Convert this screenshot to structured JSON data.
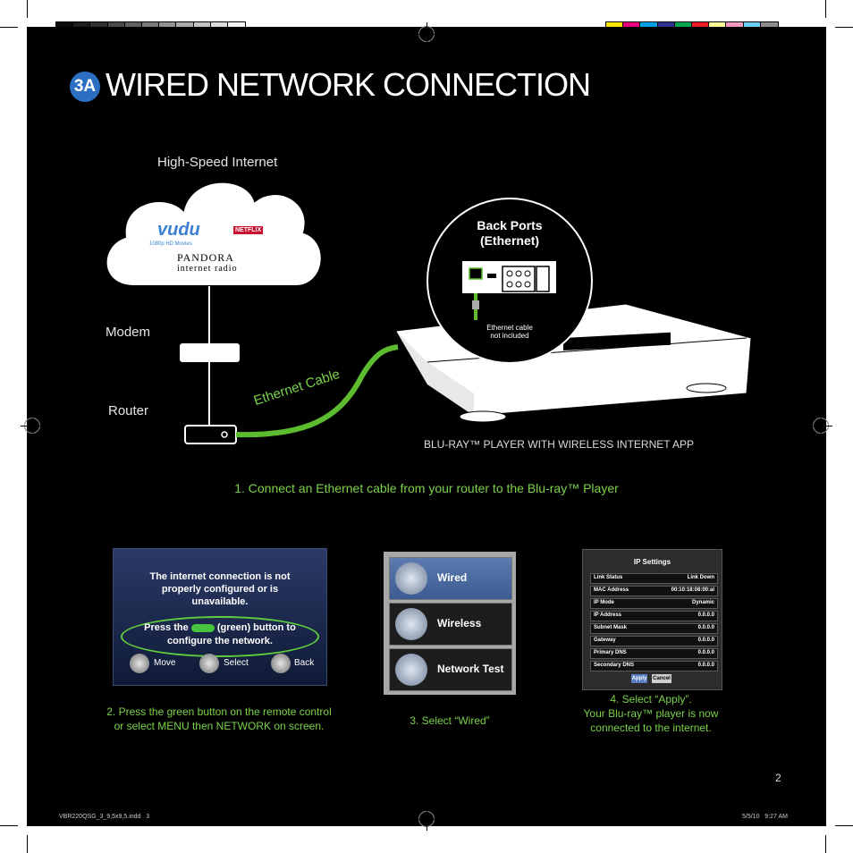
{
  "colors": {
    "background": "#000000",
    "accent_green": "#7bd24a",
    "badge_blue": "#2a6fc1",
    "grayscale_bar": [
      "#0a0a0a",
      "#1f1f1f",
      "#333333",
      "#4a4a4a",
      "#626262",
      "#7a7a7a",
      "#939393",
      "#ababab",
      "#c4c4c4",
      "#dcdcdc",
      "#f5f5f5"
    ],
    "color_bar": [
      "#ffe600",
      "#e8007e",
      "#00a0e9",
      "#2e3192",
      "#00a651",
      "#ed1c24",
      "#ffff99",
      "#f49ac1",
      "#6dcff6",
      "#8c8c8c"
    ]
  },
  "header": {
    "badge": "3A",
    "title": "WIRED NETWORK CONNECTION"
  },
  "diagram": {
    "internet_label": "High-Speed Internet",
    "cloud_logos": {
      "vudu": "vudu",
      "vudu_sub": "1080p HD Movies",
      "netflix": "NETFLIX",
      "pandora": "PANDORA",
      "pandora_sub": "internet radio"
    },
    "modem_label": "Modem",
    "router_label": "Router",
    "cable_label": "Ethernet Cable",
    "back_ports_title_1": "Back Ports",
    "back_ports_title_2": "(Ethernet)",
    "cable_note_1": "Ethernet cable",
    "cable_note_2": "not included",
    "player_caption": "BLU-RAY™ PLAYER WITH WIRELESS INTERNET APP"
  },
  "step1": "1. Connect an Ethernet cable from your router to the Blu-ray™ Player",
  "panel1": {
    "message_1": "The internet connection is not",
    "message_2": "properly configured or is",
    "message_3": "unavailable.",
    "press_prefix": "Press the",
    "press_suffix": "(green) button to",
    "press_line2": "configure the network.",
    "nav_move": "Move",
    "nav_select": "Select",
    "nav_back": "Back"
  },
  "step2_line1": "2. Press the green button on the remote control",
  "step2_line2": "or select MENU then NETWORK on screen.",
  "panel2": {
    "items": [
      "Wired",
      "Wireless",
      "Network Test"
    ]
  },
  "step3": "3. Select “Wired”",
  "panel3": {
    "title": "IP Settings",
    "rows": [
      {
        "k": "Link Status",
        "v": "Link Down"
      },
      {
        "k": "MAC Address",
        "v": "00:10:18:08:00:al"
      },
      {
        "k": "IP Mode",
        "v": "Dynamic"
      },
      {
        "k": "IP Address",
        "v": "0.0.0.0"
      },
      {
        "k": "Subnet Mask",
        "v": "0.0.0.0"
      },
      {
        "k": "Gateway",
        "v": "0.0.0.0"
      },
      {
        "k": "Primary DNS",
        "v": "0.0.0.0"
      },
      {
        "k": "Secondary DNS",
        "v": "0.0.0.0"
      }
    ],
    "apply": "Apply",
    "cancel": "Cancel"
  },
  "step4_line1": "4. Select “Apply”.",
  "step4_line2": "Your Blu-ray™ player is now",
  "step4_line3": "connected to the internet.",
  "page_number": "2",
  "slug_left": "VBR220QSG_3_9,5x9,5.indd   3",
  "slug_right": "5/5/10   9:27 AM"
}
